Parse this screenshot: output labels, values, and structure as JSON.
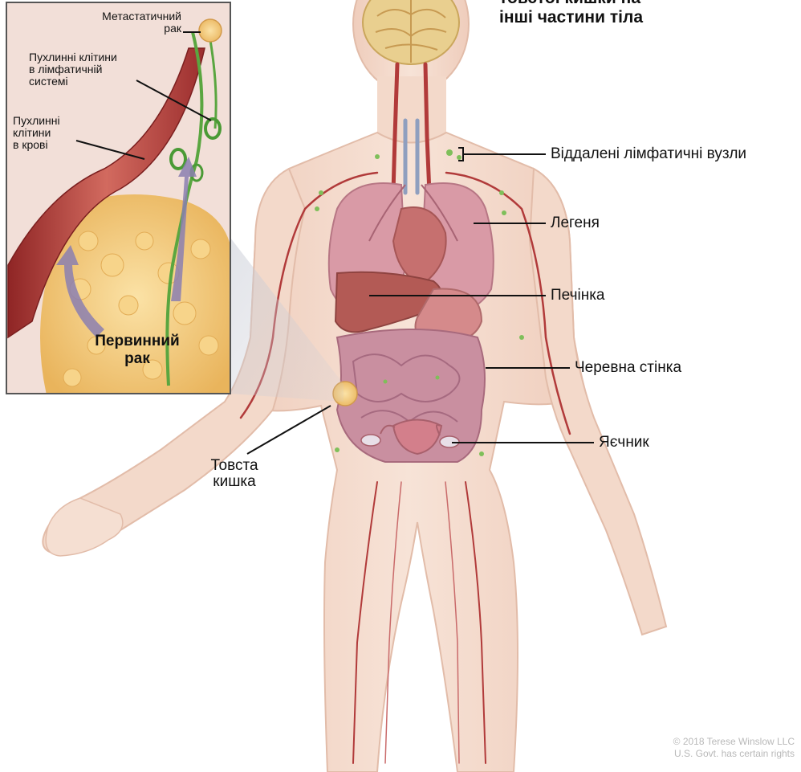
{
  "title": {
    "line1": "товстої кишки на",
    "line2": "інші частини тіла"
  },
  "inset": {
    "metastatic": [
      "Метастатичний",
      "рак"
    ],
    "lymph_cells": [
      "Пухлинні клітини",
      "в лімфатичній",
      "системі"
    ],
    "blood_cells": [
      "Пухлинні",
      "клітини",
      "в крові"
    ],
    "primary": [
      "Первинний",
      "рак"
    ]
  },
  "labels": {
    "distant_nodes": "Віддалені лімфатичні вузли",
    "lung": "Легеня",
    "liver": "Печінка",
    "abdominal_wall": "Черевна стінка",
    "ovary": "Яєчник",
    "colon": [
      "Товста",
      "кишка"
    ]
  },
  "copyright": [
    "© 2018 Terese Winslow LLC",
    "U.S. Govt. has certain rights"
  ],
  "colors": {
    "skin": "#f4ddcf",
    "skin_edge": "#e2bca9",
    "lung": "#d99aa6",
    "liver": "#b35a55",
    "intestine": "#c98fa0",
    "tumor": "#f2c679",
    "vessel": "#b13a3a",
    "lymph": "#5aa640",
    "flow_arrow": "#8b7fb0"
  }
}
